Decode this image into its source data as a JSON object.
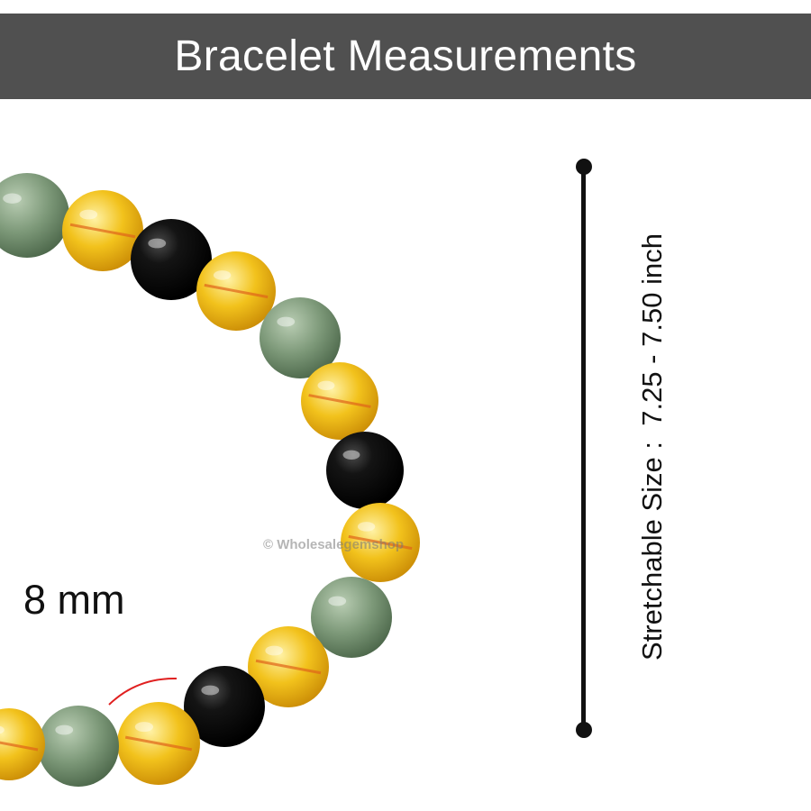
{
  "header": {
    "title": "Bracelet Measurements"
  },
  "bead_size": {
    "label": "8 mm"
  },
  "stretch_size": {
    "label": "Stretchable Size :  7.25 - 7.50 inch"
  },
  "watermark": {
    "text": "© Wholesalegemshop"
  },
  "colors": {
    "header_bg": "#505050",
    "header_text": "#ffffff",
    "aventurine": "#7c9878",
    "citrine": "#f2c21c",
    "onyx": "#101010",
    "marker": "#e02020"
  },
  "bracelet": {
    "bead_types": [
      "aventurine",
      "citrine",
      "onyx",
      "citrine",
      "aventurine",
      "citrine",
      "onyx",
      "citrine",
      "aventurine",
      "citrine",
      "onyx",
      "citrine",
      "aventurine",
      "citrine"
    ]
  }
}
